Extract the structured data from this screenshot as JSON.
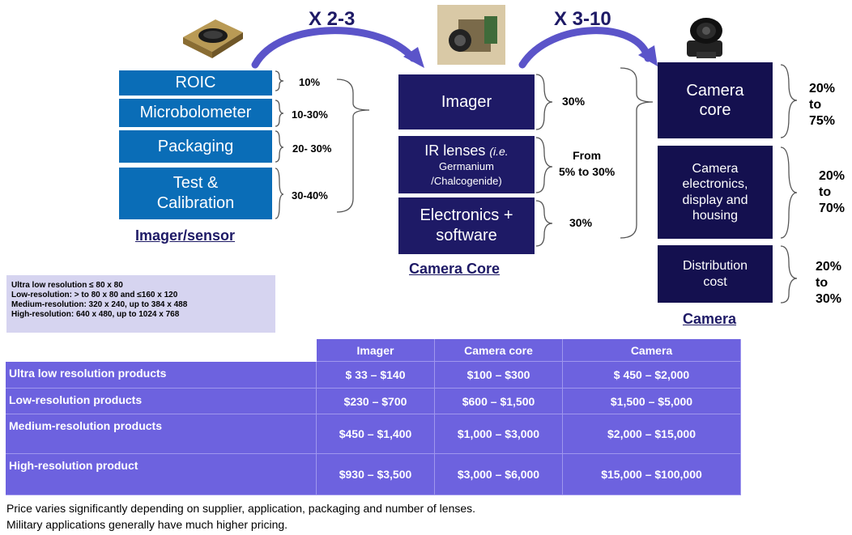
{
  "multipliers": {
    "left": "X 2-3",
    "right": "X 3-10"
  },
  "imager": {
    "boxes": [
      "ROIC",
      "Microbolometer",
      "Packaging",
      "Test &\nCalibration"
    ],
    "percents": [
      "10%",
      "10-30%",
      "20- 30%",
      "30-40%"
    ],
    "label": "Imager/sensor"
  },
  "core": {
    "imager_label": "Imager",
    "lens_main": "IR lenses ",
    "lens_ie": "(i.e.",
    "lens_sub": "Germanium\n/Chalcogenide)",
    "electronics_label": "Electronics +\nsoftware",
    "percents": [
      "30%",
      "From\n5% to 30%",
      "30%"
    ],
    "label": "Camera Core"
  },
  "camera": {
    "boxes": [
      "Camera\ncore",
      "Camera\nelectronics,\ndisplay and\nhousing",
      "Distribution\ncost"
    ],
    "percents": [
      "20%\nto\n75%",
      "20%\nto\n70%",
      "20%\nto\n30%"
    ],
    "label": "Camera"
  },
  "legend": [
    "Ultra low resolution ≤ 80 x 80",
    "Low-resolution:  > to 80 x 80 and ≤160 x 120",
    "Medium-resolution: 320 x 240, up to 384 x 488",
    "High-resolution: 640 x 480, up to 1024 x 768"
  ],
  "table": {
    "headers": [
      "Imager",
      "Camera core",
      "Camera"
    ],
    "rows": [
      {
        "label": "Ultra low resolution products",
        "values": [
          "$ 33 – $140",
          "$100 – $300",
          "$ 450 – $2,000"
        ]
      },
      {
        "label": "Low-resolution products",
        "values": [
          "$230 – $700",
          "$600 – $1,500",
          "$1,500 – $5,000"
        ]
      },
      {
        "label": "Medium-resolution products",
        "values": [
          "$450 – $1,400",
          "$1,000 – $3,000",
          "$2,000 – $15,000"
        ]
      },
      {
        "label": "High-resolution product",
        "values": [
          "$930 – $3,500",
          "$3,000 – $6,000",
          "$15,000 – $100,000"
        ]
      }
    ]
  },
  "footnotes": [
    "Price varies significantly depending on supplier, application, packaging and number of lenses.",
    "Military applications generally have much higher pricing."
  ],
  "colors": {
    "imager_box": "#0a6db7",
    "core_box": "#1e1a66",
    "camera_box": "#14104f",
    "table": "#6d62df",
    "legend_bg": "#d6d4f0",
    "arrow": "#5b54c9"
  }
}
